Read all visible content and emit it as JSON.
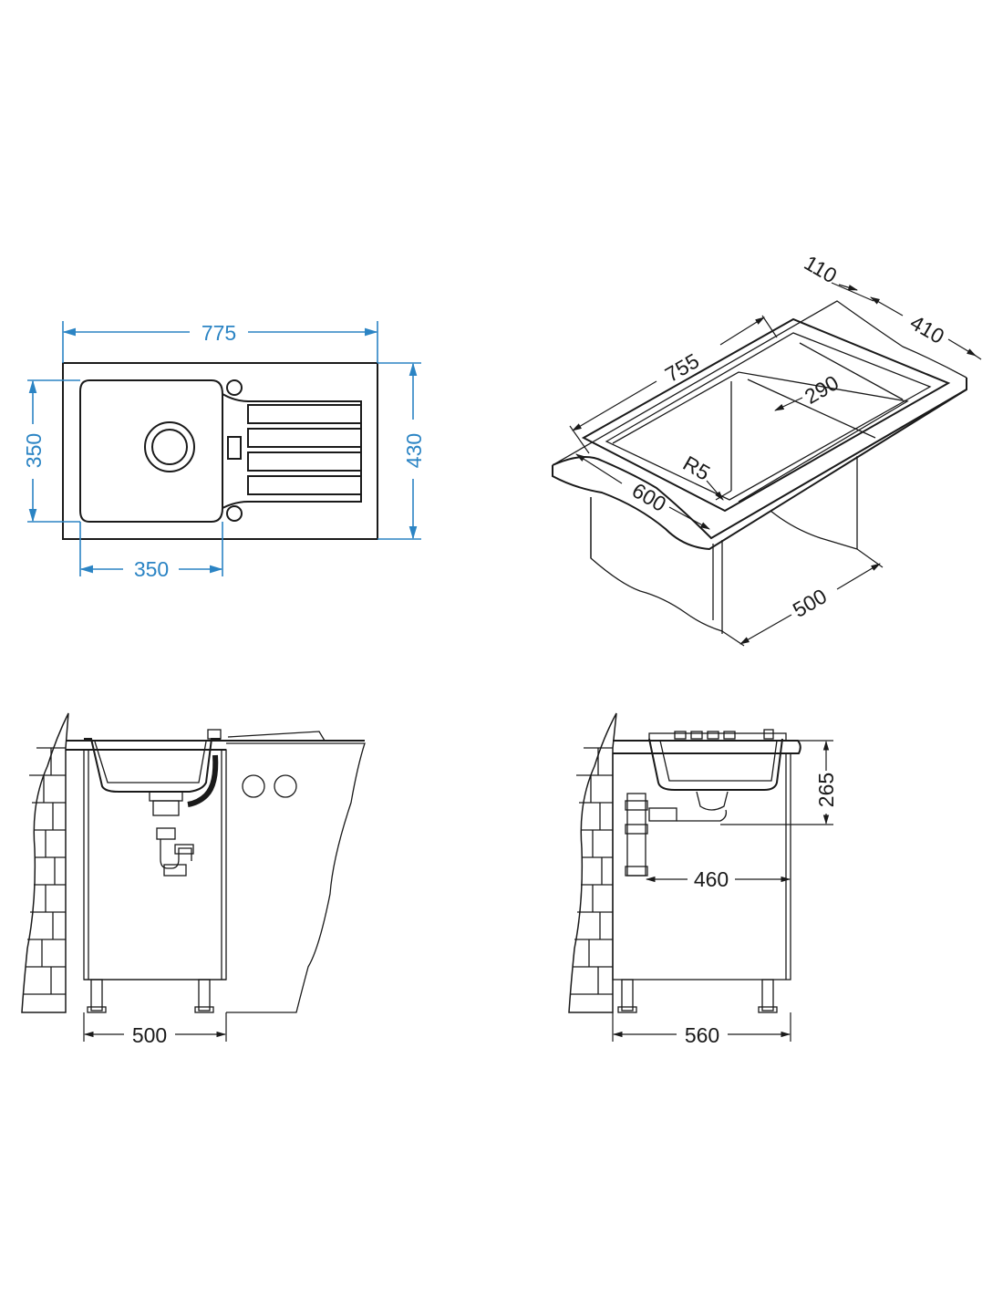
{
  "views": {
    "top": {
      "overall_length": "775",
      "overall_depth": "430",
      "bowl_depth": "350",
      "bowl_width": "350",
      "color": "#2b84c4"
    },
    "iso": {
      "length": "755",
      "depth": "600",
      "right_width": "410",
      "right_offset": "110",
      "bowl": "290",
      "radius": "R5",
      "cabinet": "500"
    },
    "front": {
      "cabinet_width": "500"
    },
    "side": {
      "height": "265",
      "drain_distance": "460",
      "cabinet_depth": "560"
    }
  }
}
